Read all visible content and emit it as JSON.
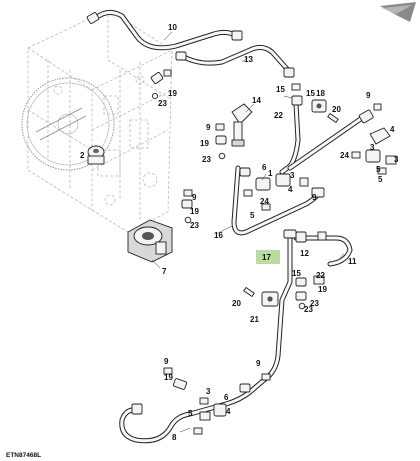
{
  "diagram": {
    "caption": "ETN87468L",
    "highlight_label": "17",
    "callouts": [
      "10",
      "13",
      "14",
      "15",
      "18",
      "20",
      "9",
      "22",
      "23",
      "19",
      "2",
      "1",
      "7",
      "16",
      "24",
      "5",
      "6",
      "3",
      "4",
      "11",
      "12",
      "21",
      "8"
    ]
  }
}
